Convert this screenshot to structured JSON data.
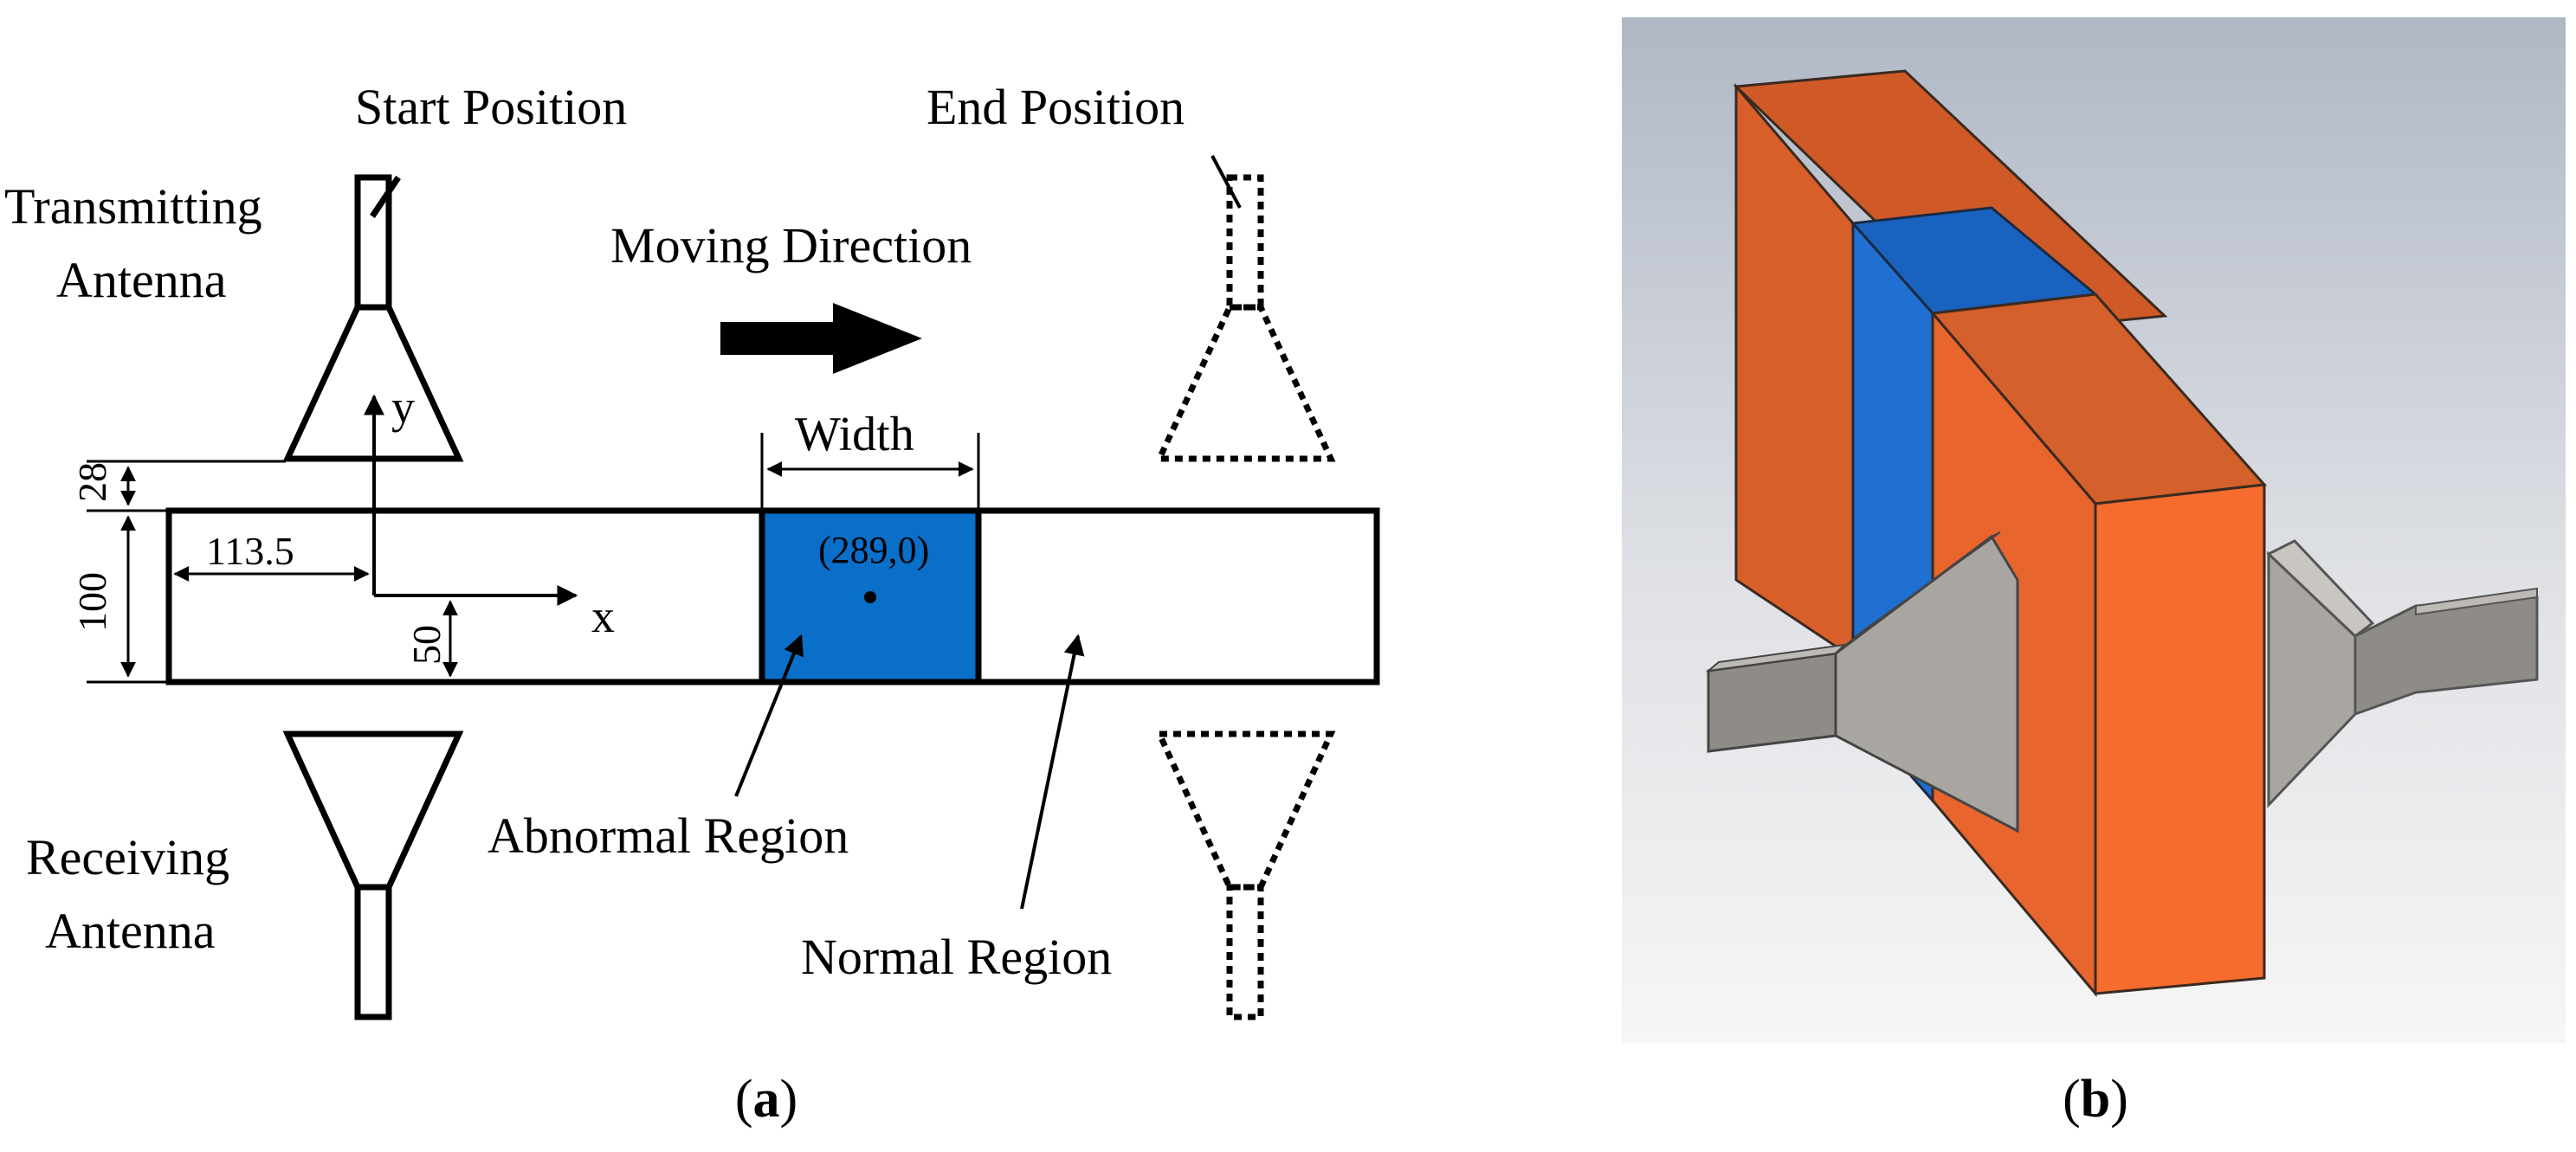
{
  "panel_a": {
    "caption": "(a)",
    "labels": {
      "start_position": "Start Position",
      "end_position": "End Position",
      "transmitting_line1": "Transmitting",
      "transmitting_line2": "Antenna",
      "receiving_line1": "Receiving",
      "receiving_line2": "Antenna",
      "moving_direction": "Moving Direction",
      "width": "Width",
      "abnormal_region": "Abnormal Region",
      "normal_region": "Normal Region",
      "axis_y": "y",
      "axis_x": "x",
      "center_coord": "(289,0)"
    },
    "dimensions": {
      "gap_top": "28",
      "height": "100",
      "offset_x": "113.5",
      "offset_y": "50"
    },
    "colors": {
      "abnormal_fill": "#0a6fc8",
      "outline": "#000000"
    }
  },
  "panel_b": {
    "caption": "(b)",
    "colors": {
      "background_top": "#b0b8c6",
      "background_bottom": "#f6f6f6",
      "slab_front": "#f66c2e",
      "slab_side": "#d85f2a",
      "slab_top": "#cf5a27",
      "inset_blue": "#1f70d0",
      "antenna_grey": "#a9a6a1"
    }
  }
}
